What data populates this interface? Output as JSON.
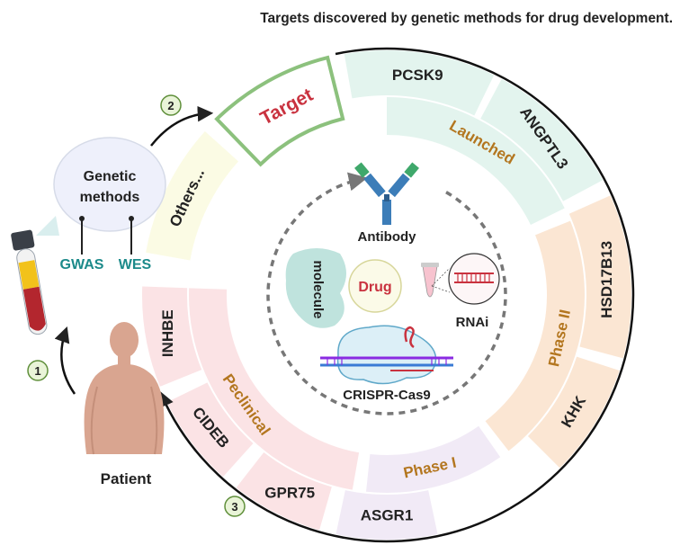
{
  "title": "Targets discovered by genetic methods for drug development.",
  "steps": [
    "1",
    "2",
    "3"
  ],
  "patient_label": "Patient",
  "genetic": {
    "label_line1": "Genetic",
    "label_line2": "methods",
    "gwas": "GWAS",
    "wes": "WES"
  },
  "target_label": "Target",
  "others_label": "Others...",
  "stages": {
    "launched": "Launched",
    "phase2": "Phase II",
    "phase1": "Phase I",
    "preclinical": "Peclinical"
  },
  "genes": {
    "pcsk9": "PCSK9",
    "angptl3": "ANGPTL3",
    "hsd17b13": "HSD17B13",
    "khk": "KHK",
    "asgr1": "ASGR1",
    "gpr75": "GPR75",
    "cideb": "CIDEB",
    "inhbe": "INHBE"
  },
  "center": {
    "drug": "Drug",
    "antibody": "Antibody",
    "molecule": "molecule",
    "rnai": "RNAi",
    "crispr": "CRISPR-Cas9"
  },
  "colors": {
    "launched": "#e3f4ee",
    "phase2": "#fbe6d3",
    "phase1": "#f1eaf6",
    "preclinical": "#fbe3e5",
    "others": "#fbfbe4",
    "target_border": "#8cc17d",
    "target_text": "#c9323f",
    "stage_text": "#b3761f",
    "gwas_text": "#1c8a8a",
    "drug_text": "#c9323f"
  }
}
